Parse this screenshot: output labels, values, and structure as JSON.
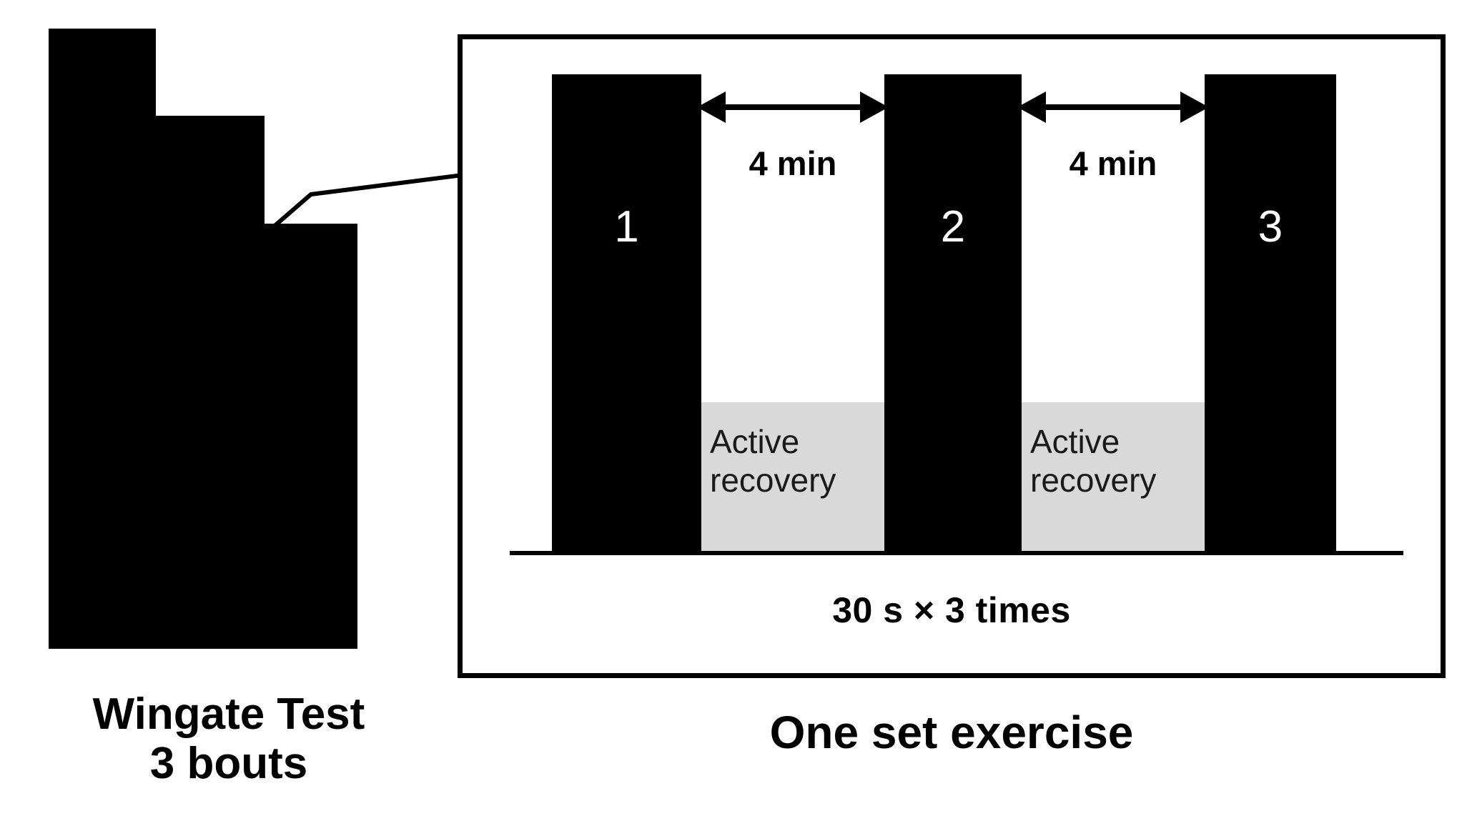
{
  "figure": {
    "background": "#ffffff",
    "ink": "#000000",
    "recovery_fill": "#d9d9d9"
  },
  "left_panel": {
    "name": "wingate-staircase",
    "caption_line1": "Wingate Test",
    "caption_line2": "3 bouts",
    "steps": [
      {
        "label": "bout-1"
      },
      {
        "label": "bout-2"
      },
      {
        "label": "bout-3"
      }
    ]
  },
  "connector": {
    "name": "leader-line"
  },
  "right_panel": {
    "caption": "One set exercise",
    "bars": [
      {
        "label": "1"
      },
      {
        "label": "2"
      },
      {
        "label": "3"
      }
    ],
    "intervals": [
      {
        "label": "4 min",
        "recovery": "Active\nrecovery"
      },
      {
        "label": "4 min",
        "recovery": "Active\nrecovery"
      }
    ],
    "recovery_line1": "Active",
    "recovery_line2": "recovery",
    "interval_label_1": "4 min",
    "interval_label_2": "4 min",
    "duration_note": "30 s × 3 times"
  },
  "chart_data": {
    "type": "bar",
    "title": "One set exercise",
    "categories": [
      "1",
      "2",
      "3"
    ],
    "values": [
      30,
      30,
      30
    ],
    "units": "seconds",
    "xlabel": "",
    "ylabel": "",
    "annotations": [
      "4 min",
      "4 min",
      "Active recovery",
      "Active recovery",
      "30 s × 3 times"
    ],
    "grid": false,
    "legend": "none"
  }
}
